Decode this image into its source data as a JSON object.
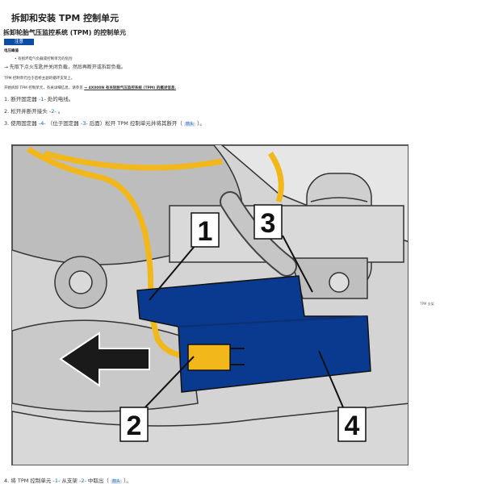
{
  "title": "拆卸和安装 TPM 控制单元",
  "subtitle": "拆卸轮胎气压监控系统 (TPM) 的控制单元",
  "tag": "注意",
  "section_heading": "电压峰值",
  "bullet": "有损坏电气负载或控制单元的危险",
  "arrow_note": "→ 先取下点火车匙并关闭负载，然后再断开或拆卸负载。",
  "note_line1": "TPM 控制单元位于后桥主副的循环支架上。",
  "note_line2_prefix": "开始拆卸 TPM 控制单元，有关详细信息，请参见",
  "note_line2_link": "→ 4X000N 有关轮胎气压监控系统 (TPM) 的概述信息.",
  "steps": [
    {
      "num": "1.",
      "pre": "断开固定器",
      "ref": "-1-",
      "post": "处的电线。"
    },
    {
      "num": "2.",
      "pre": "松开并断开接头",
      "ref": "-2-",
      "post": "。"
    },
    {
      "num": "3.",
      "pre": "使用固定器",
      "ref": "-4-",
      "mid": "（位于固定器",
      "ref2": "-3-",
      "mid2": "后面）松开 TPM 控制单元并将其断开（",
      "pill": "箭头",
      "post": "）。"
    }
  ],
  "step4": {
    "num": "4.",
    "pre": "将 TPM 控制单元",
    "ref": "-1-",
    "mid": "从支架",
    "ref2": "-2-",
    "mid2": "中取出（",
    "pill": "箭头",
    "post": "）。"
  },
  "figure": {
    "callouts": [
      "1",
      "2",
      "3",
      "4"
    ],
    "side_label": "TPM 支架",
    "colors": {
      "unit": "#0a3a8f",
      "wire": "#f2b71b",
      "arrow": "#1a1a1a"
    }
  }
}
